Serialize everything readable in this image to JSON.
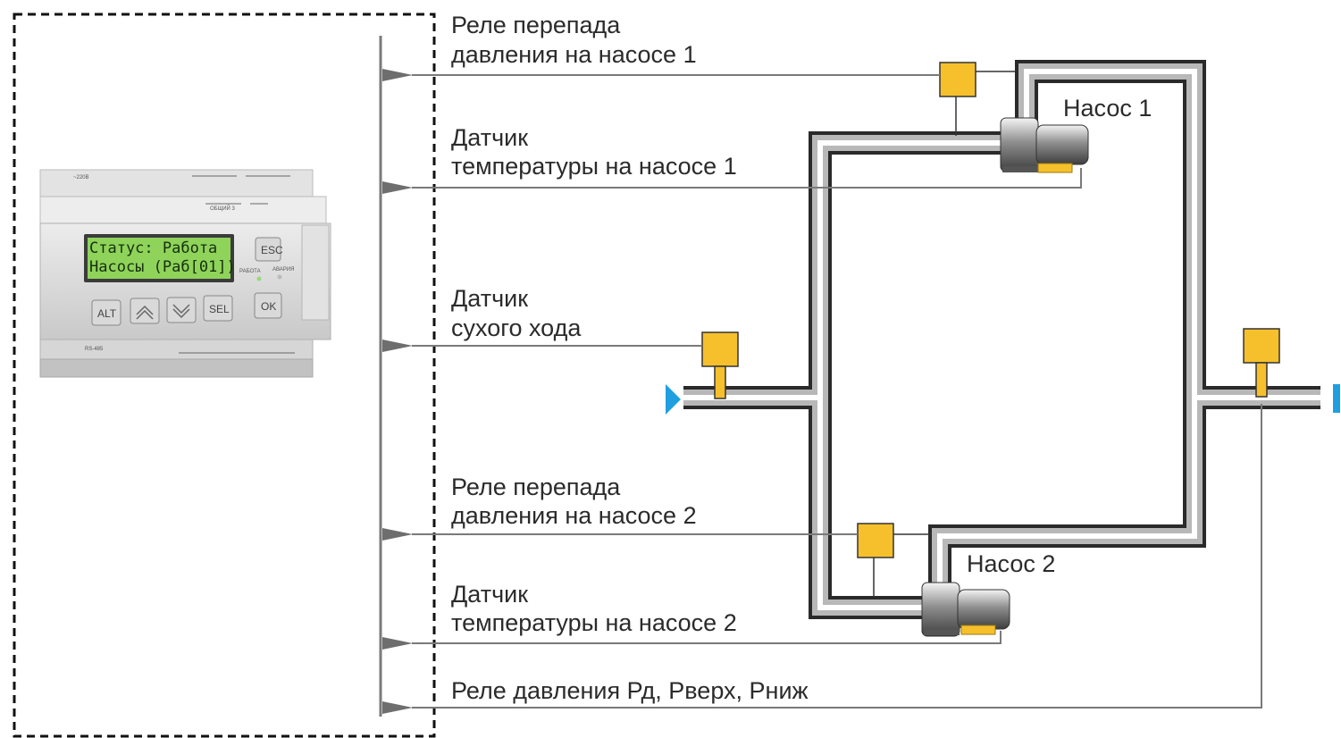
{
  "signals": [
    {
      "lines": [
        "Реле перепада",
        "давления на насосе 1"
      ]
    },
    {
      "lines": [
        "Датчик",
        "температуры на насосе 1"
      ]
    },
    {
      "lines": [
        "Датчик",
        "сухого хода"
      ]
    },
    {
      "lines": [
        "Реле перепада",
        "давления на насосе 2"
      ]
    },
    {
      "lines": [
        "Датчик",
        "температуры на насосе 2"
      ]
    },
    {
      "lines": [
        "Реле давления Рд, Рверх, Рниж"
      ]
    }
  ],
  "pumps": [
    {
      "label": "Насос 1"
    },
    {
      "label": "Насос 2"
    }
  ],
  "controller": {
    "display_line1": "Статус:  Работа",
    "display_line2": "Насосы (Раб[01])",
    "keys": {
      "esc": "ESC",
      "alt": "ALT",
      "sel": "SEL",
      "ok": "OK"
    },
    "indicators": {
      "run": "РАБОТА",
      "alarm": "АВАРИЯ"
    }
  },
  "colors": {
    "sensor": "#f6c02c",
    "flow_arrow": "#1f9fe0",
    "signal_line": "#7a7a7a",
    "lcd": "#8fd35a"
  }
}
